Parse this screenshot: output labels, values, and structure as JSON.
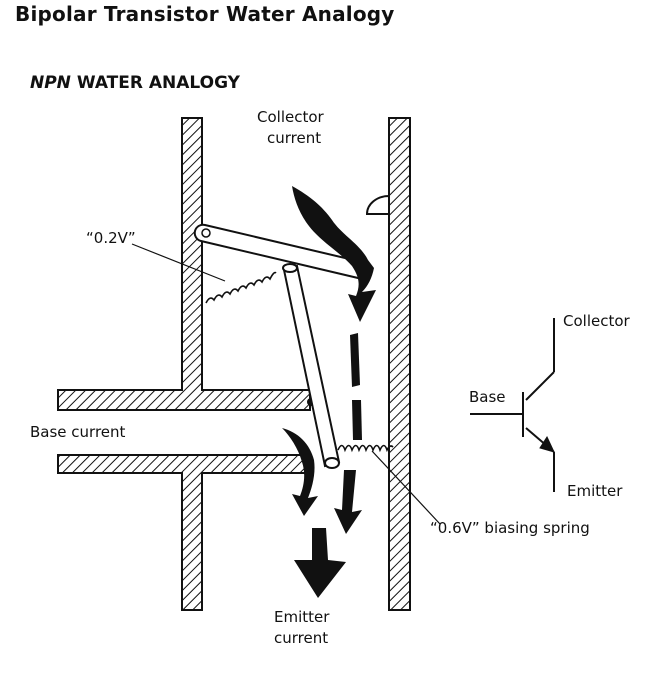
{
  "title": "Bipolar Transistor Water Analogy",
  "section_title": {
    "prefix": "NPN",
    "rest": " WATER ANALOGY"
  },
  "labels": {
    "collector_current_line1": "Collector",
    "collector_current_line2": "current",
    "spring_voltage": "“0.2V”",
    "base_current": "Base current",
    "biasing_spring": "“0.6V” biasing spring",
    "emitter_current_line1": "Emitter",
    "emitter_current_line2": "current"
  },
  "symbol": {
    "collector": "Collector",
    "base": "Base",
    "emitter": "Emitter"
  },
  "colors": {
    "ink": "#111111",
    "background": "#ffffff"
  }
}
